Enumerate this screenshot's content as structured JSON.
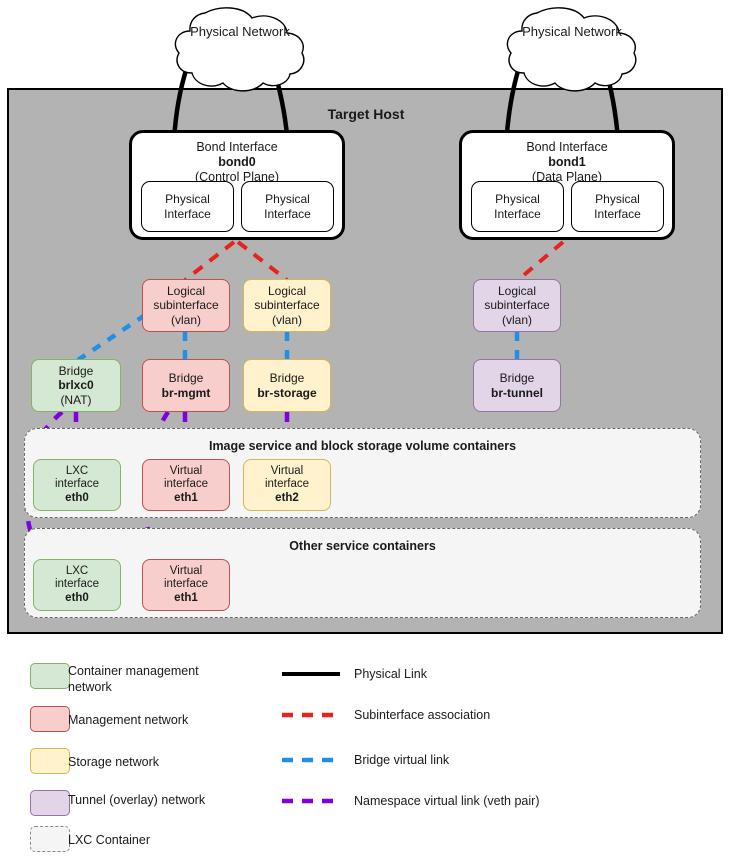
{
  "diagram": {
    "title": "Target Host",
    "clouds": [
      {
        "name": "cloud-left",
        "label_line1": "Physical",
        "label_line2": "Network"
      },
      {
        "name": "cloud-right",
        "label_line1": "Physical",
        "label_line2": "Network"
      }
    ],
    "bonds": [
      {
        "name": "bond0",
        "title": "Bond Interface",
        "id": "bond0",
        "role": "(Control Plane)",
        "members": [
          "Physical Interface",
          "Physical Interface"
        ]
      },
      {
        "name": "bond1",
        "title": "Bond Interface",
        "id": "bond1",
        "role": "(Data Plane)",
        "members": [
          "Physical Interface",
          "Physical Interface"
        ]
      }
    ],
    "member_labels": {
      "l1": "Physical",
      "l2": "Interface"
    },
    "subinterfaces": [
      {
        "name": "vlan-mgmt",
        "l1": "Logical",
        "l2": "subinterface",
        "l3": "(vlan)",
        "color": "red"
      },
      {
        "name": "vlan-storage",
        "l1": "Logical",
        "l2": "subinterface",
        "l3": "(vlan)",
        "color": "ylw"
      },
      {
        "name": "vlan-tunnel",
        "l1": "Logical",
        "l2": "subinterface",
        "l3": "(vlan)",
        "color": "pur"
      }
    ],
    "bridges": [
      {
        "name": "bridge-brlxc0",
        "l1": "Bridge",
        "l2": "brlxc0",
        "l3": "(NAT)",
        "color": "grn"
      },
      {
        "name": "bridge-br-mgmt",
        "l1": "Bridge",
        "l2": "br-mgmt",
        "l3": "",
        "color": "red"
      },
      {
        "name": "bridge-br-storage",
        "l1": "Bridge",
        "l2": "br-storage",
        "l3": "",
        "color": "ylw"
      },
      {
        "name": "bridge-br-tunnel",
        "l1": "Bridge",
        "l2": "br-tunnel",
        "l3": "",
        "color": "pur"
      }
    ],
    "containers": [
      {
        "name": "image-storage-containers",
        "title": "Image service and block storage volume containers",
        "interfaces": [
          {
            "name": "lxc-eth0",
            "l1": "LXC",
            "l2": "interface",
            "l3": "eth0",
            "color": "grn"
          },
          {
            "name": "virtual-eth1",
            "l1": "Virtual",
            "l2": "interface",
            "l3": "eth1",
            "color": "red"
          },
          {
            "name": "virtual-eth2",
            "l1": "Virtual",
            "l2": "interface",
            "l3": "eth2",
            "color": "ylw"
          }
        ]
      },
      {
        "name": "other-service-containers",
        "title": "Other service containers",
        "interfaces": [
          {
            "name": "lxc-eth0",
            "l1": "LXC",
            "l2": "interface",
            "l3": "eth0",
            "color": "grn"
          },
          {
            "name": "virtual-eth1",
            "l1": "Virtual",
            "l2": "interface",
            "l3": "eth1",
            "color": "red"
          }
        ]
      }
    ]
  },
  "legend": {
    "swatches": [
      {
        "name": "legend-container-mgmt",
        "label": "Container management network",
        "color": "grn"
      },
      {
        "name": "legend-management",
        "label": "Management network",
        "color": "red"
      },
      {
        "name": "legend-storage",
        "label": "Storage network",
        "color": "ylw"
      },
      {
        "name": "legend-tunnel",
        "label": "Tunnel (overlay) network",
        "color": "pur"
      },
      {
        "name": "legend-lxc-container",
        "label": "LXC Container",
        "color": "lxc"
      }
    ],
    "lines": [
      {
        "name": "legend-physical-link",
        "label": "Physical Link",
        "color": "#000000",
        "style": "solid"
      },
      {
        "name": "legend-subinterface-association",
        "label": "Subinterface association",
        "color": "#e8231f",
        "style": "dashed"
      },
      {
        "name": "legend-bridge-virtual-link",
        "label": "Bridge virtual link",
        "color": "#1f8fe8",
        "style": "dashed"
      },
      {
        "name": "legend-namespace-virtual-link",
        "label": "Namespace virtual link (veth pair)",
        "color": "#8000e0",
        "style": "dashed"
      }
    ]
  },
  "colors": {
    "host_bg": "#b3b3b3",
    "green": "#d5e8d4",
    "red": "#f8cecc",
    "yellow": "#fff2cc",
    "purple": "#e1d5e7",
    "physical_link": "#000000",
    "subinterface_link": "#e8231f",
    "bridge_link": "#1f8fe8",
    "veth_link": "#8000e0"
  }
}
